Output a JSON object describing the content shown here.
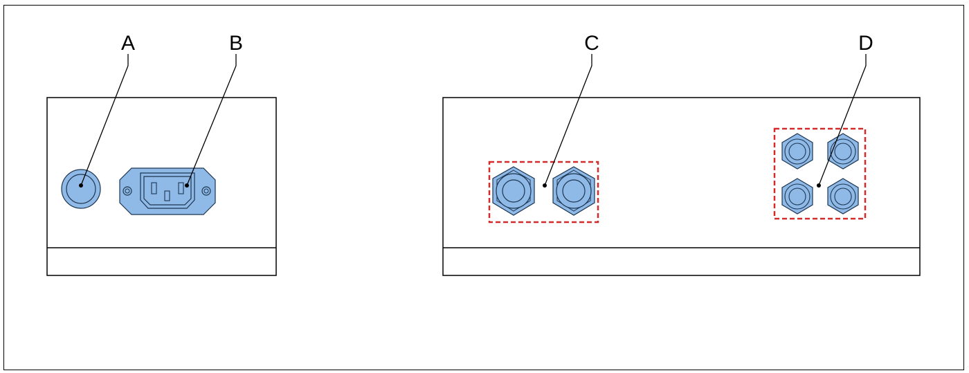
{
  "colors": {
    "connector_fill": "#8fb9e6",
    "connector_stroke": "#1c3550",
    "highlight_box": "#d42a2a",
    "line": "#000000"
  },
  "callouts": {
    "a": "A",
    "b": "B",
    "c": "C",
    "d": "D"
  },
  "icons": {
    "a": "round-socket-icon",
    "b": "iec-power-inlet-icon",
    "c": "large-cable-gland-icon",
    "d": "small-cable-gland-icon"
  }
}
